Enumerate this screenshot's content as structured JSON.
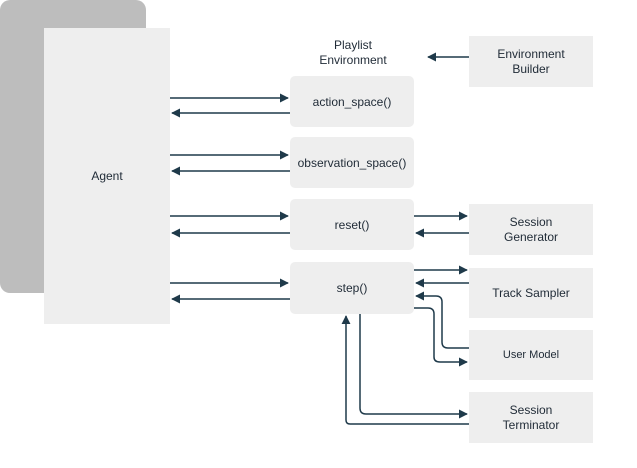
{
  "agent": {
    "label": "Agent"
  },
  "environment": {
    "title_line1": "Playlist",
    "title_line2": "Environment",
    "methods": [
      "action_space()",
      "observation_space()",
      "reset()",
      "step()"
    ]
  },
  "external": {
    "environment_builder": [
      "Environment",
      "Builder"
    ],
    "session_generator": [
      "Session",
      "Generator"
    ],
    "track_sampler": "Track Sampler",
    "user_model": "User Model",
    "session_terminator": [
      "Session",
      "Terminator"
    ]
  },
  "colors": {
    "arrow": "#1f3a4a",
    "panel": "#eeeeee",
    "env_container": "#bdbdbd"
  }
}
